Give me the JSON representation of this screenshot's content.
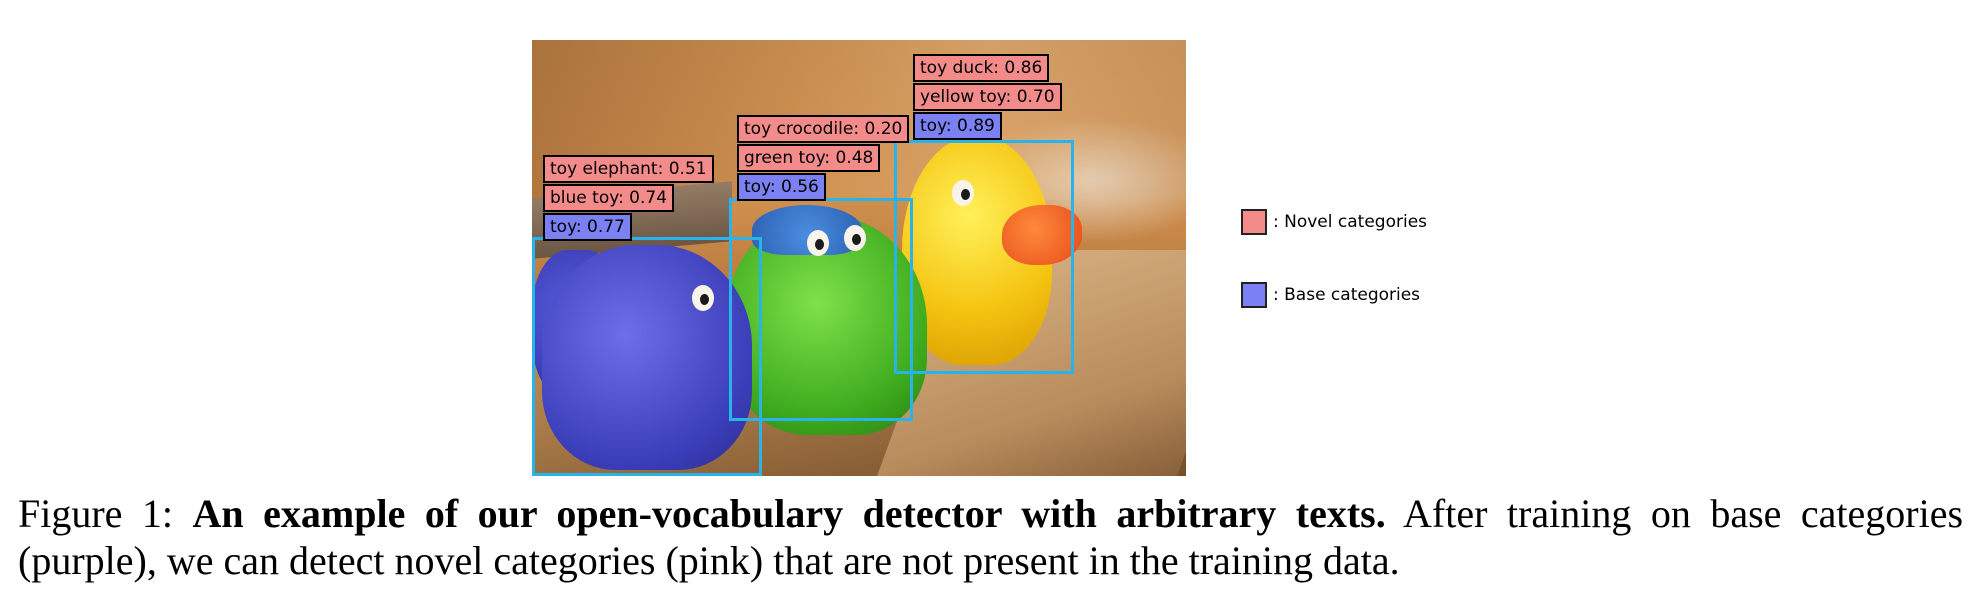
{
  "figure": {
    "detections": [
      {
        "object": "elephant",
        "labels": [
          {
            "text": "toy elephant: 0.51",
            "kind": "novel"
          },
          {
            "text": "blue toy: 0.74",
            "kind": "novel"
          },
          {
            "text": "toy: 0.77",
            "kind": "base"
          }
        ]
      },
      {
        "object": "crocodile",
        "labels": [
          {
            "text": "toy crocodile: 0.20",
            "kind": "novel"
          },
          {
            "text": "green toy: 0.48",
            "kind": "novel"
          },
          {
            "text": "toy: 0.56",
            "kind": "base"
          }
        ]
      },
      {
        "object": "duck",
        "labels": [
          {
            "text": "toy duck: 0.86",
            "kind": "novel"
          },
          {
            "text": "yellow toy: 0.70",
            "kind": "novel"
          },
          {
            "text": "toy: 0.89",
            "kind": "base"
          }
        ]
      }
    ],
    "colors": {
      "novel": "#f48b8b",
      "base": "#7b81f2",
      "box": "#28b4ea"
    },
    "legend": {
      "novel": ": Novel categories",
      "base": ": Base categories"
    }
  },
  "caption": {
    "prefix": "Figure 1: ",
    "bold": "An example of our open-vocabulary detector with arbitrary texts.",
    "text": " After training on base categories (purple), we can detect novel categories (pink) that are not present in the training data."
  }
}
